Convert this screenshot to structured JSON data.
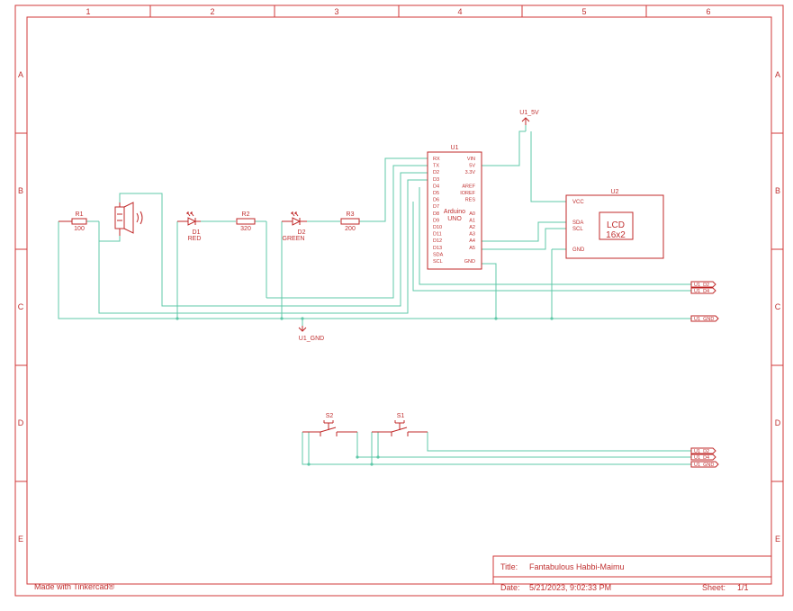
{
  "sheet": {
    "col_labels": [
      "1",
      "2",
      "3",
      "4",
      "5",
      "6"
    ],
    "row_labels": [
      "A",
      "B",
      "C",
      "D",
      "E"
    ],
    "credit": "Made with Tinkercad®"
  },
  "title_block": {
    "title_label": "Title:",
    "title_value": "Fantabulous Habbi-Maimu",
    "date_label": "Date:",
    "date_value": "5/21/2023, 9:02:33 PM",
    "sheet_label": "Sheet:",
    "sheet_value": "1/1"
  },
  "components": {
    "r1": {
      "ref": "R1",
      "value": "100"
    },
    "d1": {
      "ref": "D1",
      "value": "RED"
    },
    "r2": {
      "ref": "R2",
      "value": "320"
    },
    "d2": {
      "ref": "D2",
      "value": "GREEN"
    },
    "r3": {
      "ref": "R3",
      "value": "200"
    },
    "u1": {
      "ref": "U1",
      "name_line1": "Arduino",
      "name_line2": "UNO",
      "left_pins": [
        "RX",
        "TX",
        "D2",
        "D3",
        "D4",
        "D5",
        "D6",
        "D7",
        "D8",
        "D9",
        "D10",
        "D11",
        "D12",
        "D13",
        "SDA",
        "SCL"
      ],
      "right_pins": [
        "VIN",
        "5V",
        "3.3V",
        "",
        "AREF",
        "IOREF",
        "RES",
        "",
        "A0",
        "A1",
        "A2",
        "A3",
        "A4",
        "A5",
        "",
        "GND"
      ]
    },
    "u2": {
      "ref": "U2",
      "pins": [
        "VCC",
        "SDA",
        "SCL",
        "GND"
      ],
      "name_line1": "LCD",
      "name_line2": "16x2"
    },
    "s1": {
      "ref": "S1"
    },
    "s2": {
      "ref": "S2"
    }
  },
  "nets": {
    "power_5v": "U1_5V",
    "ground": "U1_GND",
    "top_tags": [
      "U1_D2",
      "U1_D4",
      "U1_GND"
    ],
    "bottom_tags": [
      "U1_D2",
      "U1_D4",
      "U1_GND"
    ]
  },
  "colors": {
    "frame": "#d23a3a",
    "wire": "#5fc8a8",
    "component": "#c02828"
  }
}
